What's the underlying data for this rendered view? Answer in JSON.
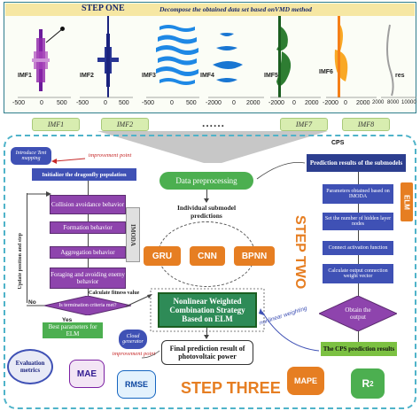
{
  "step_one": {
    "title": "STEP ONE",
    "subtitle": "Decompose the obtained data set based onVMD method"
  },
  "imfs": [
    {
      "label": "IMF1",
      "ticks": [
        "-500",
        "0",
        "500"
      ]
    },
    {
      "label": "IMF2",
      "ticks": [
        "-500",
        "0",
        "500"
      ]
    },
    {
      "label": "IMF3",
      "ticks": [
        "-500",
        "0",
        "500"
      ]
    },
    {
      "label": "IMF4",
      "ticks": [
        "-2000",
        "0",
        "2000"
      ]
    },
    {
      "label": "IMF5",
      "ticks": [
        "-2000",
        "0",
        "2000"
      ]
    },
    {
      "label": "IMF6",
      "ticks": [
        "-2000",
        "0",
        "2000"
      ]
    },
    {
      "label": "res",
      "ticks": [
        "2000",
        "8000",
        "10000"
      ]
    }
  ],
  "imf_pills": [
    "IMF1",
    "IMF2",
    "IMF7",
    "IMF8"
  ],
  "dots": "......",
  "left": {
    "introduce": "Introduce Tent mapping",
    "improvement": "improvement point",
    "init": "Initialize the dragonfly population",
    "collision": "Collision avoidance behavior",
    "formation": "Formation behavior",
    "aggregation": "Aggregation behavior",
    "foraging": "Foraging and avoiding enemy behavior",
    "imoda": "IMODA",
    "update": "Update position and step",
    "calc_fitness": "Calculate fitness value",
    "termination": "Is termination criteria met?",
    "no": "No",
    "yes": "Yes",
    "best": "Best parameters for ELM",
    "cloud": "Cloud generator",
    "improvement2": "improvement point"
  },
  "middle": {
    "preprocessing": "Data preprocessing",
    "individual": "Individual submodel predictions",
    "models": [
      "GRU",
      "CNN",
      "BPNN"
    ],
    "combination": "Nonlinear Weighted Combination Strategy Based on ELM",
    "nonlinear": "nonlinear weighting",
    "final": "Final prediction result of photovoltaic power"
  },
  "right": {
    "cps": "CPS",
    "prediction": "Prediction results of the submodels",
    "params": "Parameters obtained based on IMODA",
    "hidden": "Set the number of hidden layer nodes",
    "activation": "Connect activation function",
    "output_weight": "Calculate output connection weight vector",
    "obtain": "Obtain the output",
    "cps_result": "The CPS prediction results",
    "elm": "ELM",
    "step_two": "STEP TWO"
  },
  "bottom": {
    "evaluation": "Evaluation metrics",
    "mae": "MAE",
    "rmse": "RMSE",
    "mape": "MAPE",
    "r2": "R",
    "r2_sup": "2",
    "step_three": "STEP THREE"
  },
  "colors": {
    "purple": "#8e44ad",
    "blue": "#3f51b5",
    "green": "#4caf50",
    "orange": "#e67e22",
    "border": "#4fb3c9"
  }
}
